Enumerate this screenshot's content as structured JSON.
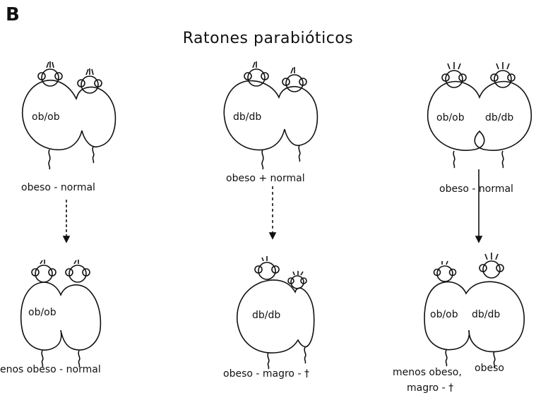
{
  "panel_letter": "B",
  "title": "Ratones parabióticos",
  "top_row": [
    {
      "mouse_labels": [
        "ob/ob"
      ],
      "caption": "obeso - normal"
    },
    {
      "mouse_labels": [
        "db/db"
      ],
      "caption": "obeso + normal"
    },
    {
      "mouse_labels": [
        "ob/ob",
        "db/db"
      ],
      "caption": "obeso - normal"
    }
  ],
  "bottom_row": [
    {
      "mouse_labels": [
        "ob/ob"
      ],
      "caption": "enos obeso - normal"
    },
    {
      "mouse_labels": [
        "db/db"
      ],
      "caption": "obeso - magro - †"
    },
    {
      "mouse_labels": [
        "ob/ob",
        "db/db"
      ],
      "caption_left_line1": "menos obeso,",
      "caption_left_line2": "magro - †",
      "caption_right": "obeso"
    }
  ]
}
